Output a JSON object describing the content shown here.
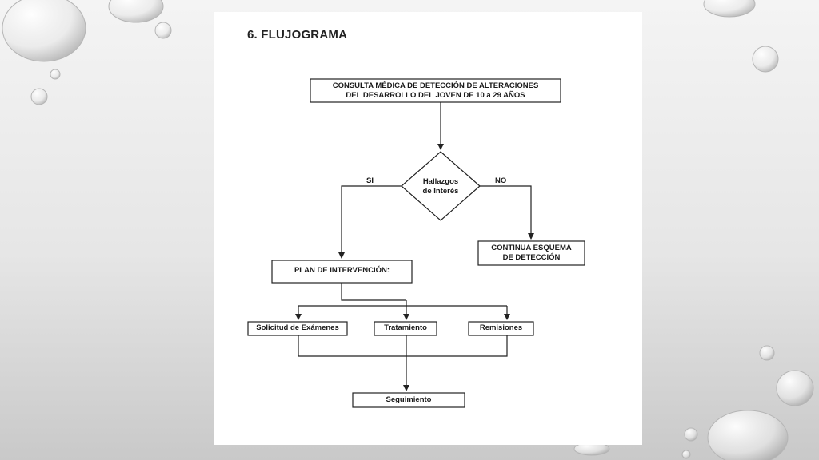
{
  "section_title": "6.  FLUJOGRAMA",
  "nodes": {
    "start_line1": "CONSULTA MÉDICA DE DETECCIÓN DE ALTERACIONES",
    "start_line2": "DEL DESARROLLO DEL JOVEN DE 10 a 29 AÑOS",
    "decision_line1": "Hallazgos",
    "decision_line2": "de Interés",
    "continue_line1": "CONTINUA ESQUEMA",
    "continue_line2": "DE DETECCIÓN",
    "plan": "PLAN DE INTERVENCIÓN:",
    "exams": "Solicitud de Exámenes",
    "treatment": "Tratamiento",
    "referrals": "Remisiones",
    "followup": "Seguimiento"
  },
  "branches": {
    "yes": "SI",
    "no": "NO"
  },
  "colors": {
    "line": "#222222",
    "box_fill": "#ffffff",
    "page": "#ffffff"
  }
}
